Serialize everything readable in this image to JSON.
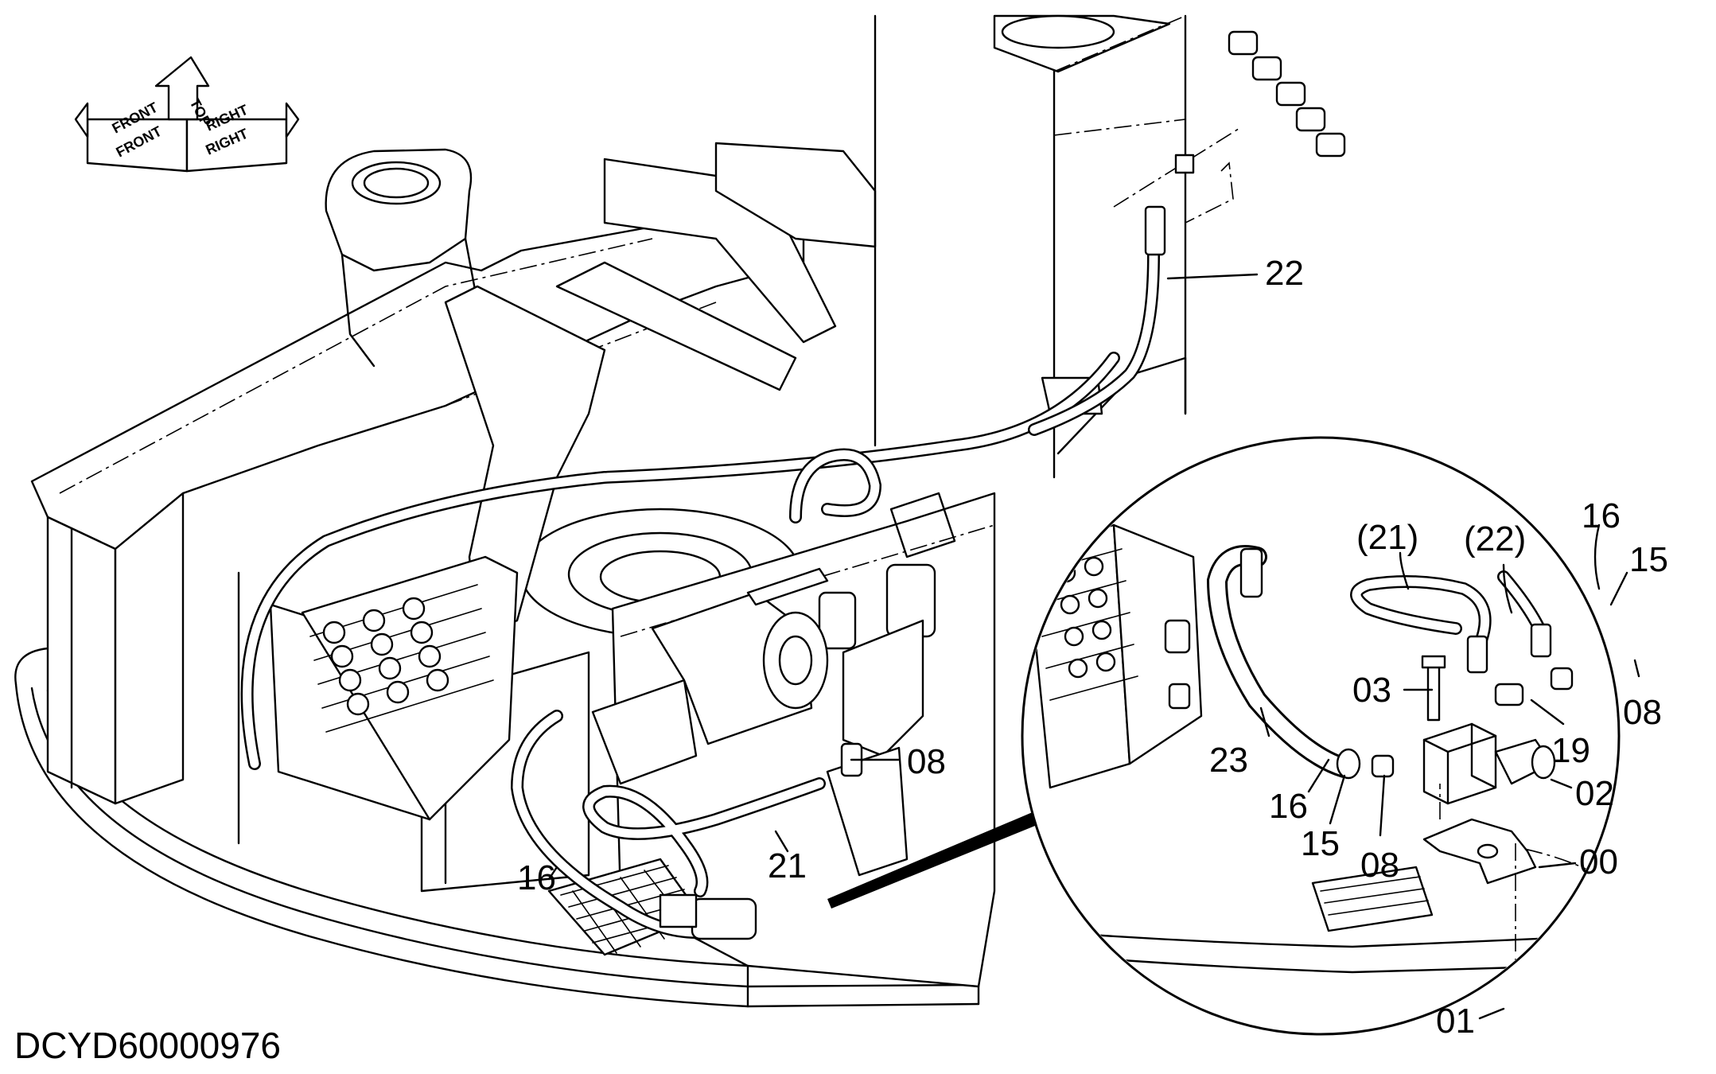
{
  "drawing": {
    "code": "DCYD60000976",
    "orientation": {
      "top": "TOP",
      "front": "FRONT",
      "right": "RIGHT",
      "front_mirror": "FRONT",
      "right_mirror": "RIGHT"
    },
    "main_callouts": [
      "22",
      "08",
      "21",
      "16"
    ],
    "detail_callouts": [
      "(21)",
      "(22)",
      "16",
      "15",
      "08",
      "03",
      "19",
      "02",
      "23",
      "16",
      "15",
      "08",
      "00",
      "01"
    ]
  }
}
